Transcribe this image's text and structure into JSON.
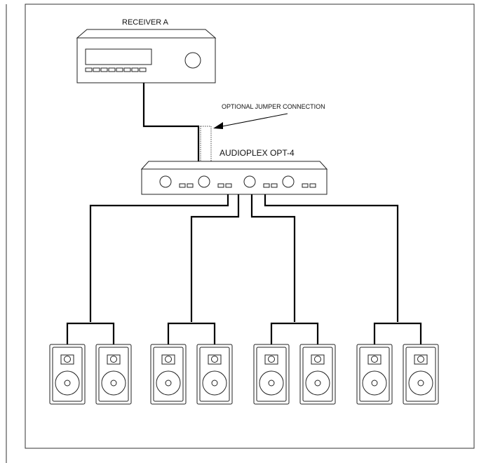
{
  "labels": {
    "receiver": "RECEIVER A",
    "jumper": "OPTIONAL JUMPER CONNECTION",
    "amp": "AUDIOPLEX OPT-4"
  },
  "components": {
    "receiver_icon": "receiver-icon",
    "switch_icon": "speaker-selector-icon",
    "speaker_icon": "speaker-icon"
  },
  "speaker_groups": [
    {
      "id": "pair-1",
      "speakers": 2
    },
    {
      "id": "pair-2",
      "speakers": 2
    },
    {
      "id": "pair-3",
      "speakers": 2
    },
    {
      "id": "pair-4",
      "speakers": 2
    }
  ],
  "colors": {
    "line": "#000000",
    "background": "#ffffff"
  }
}
